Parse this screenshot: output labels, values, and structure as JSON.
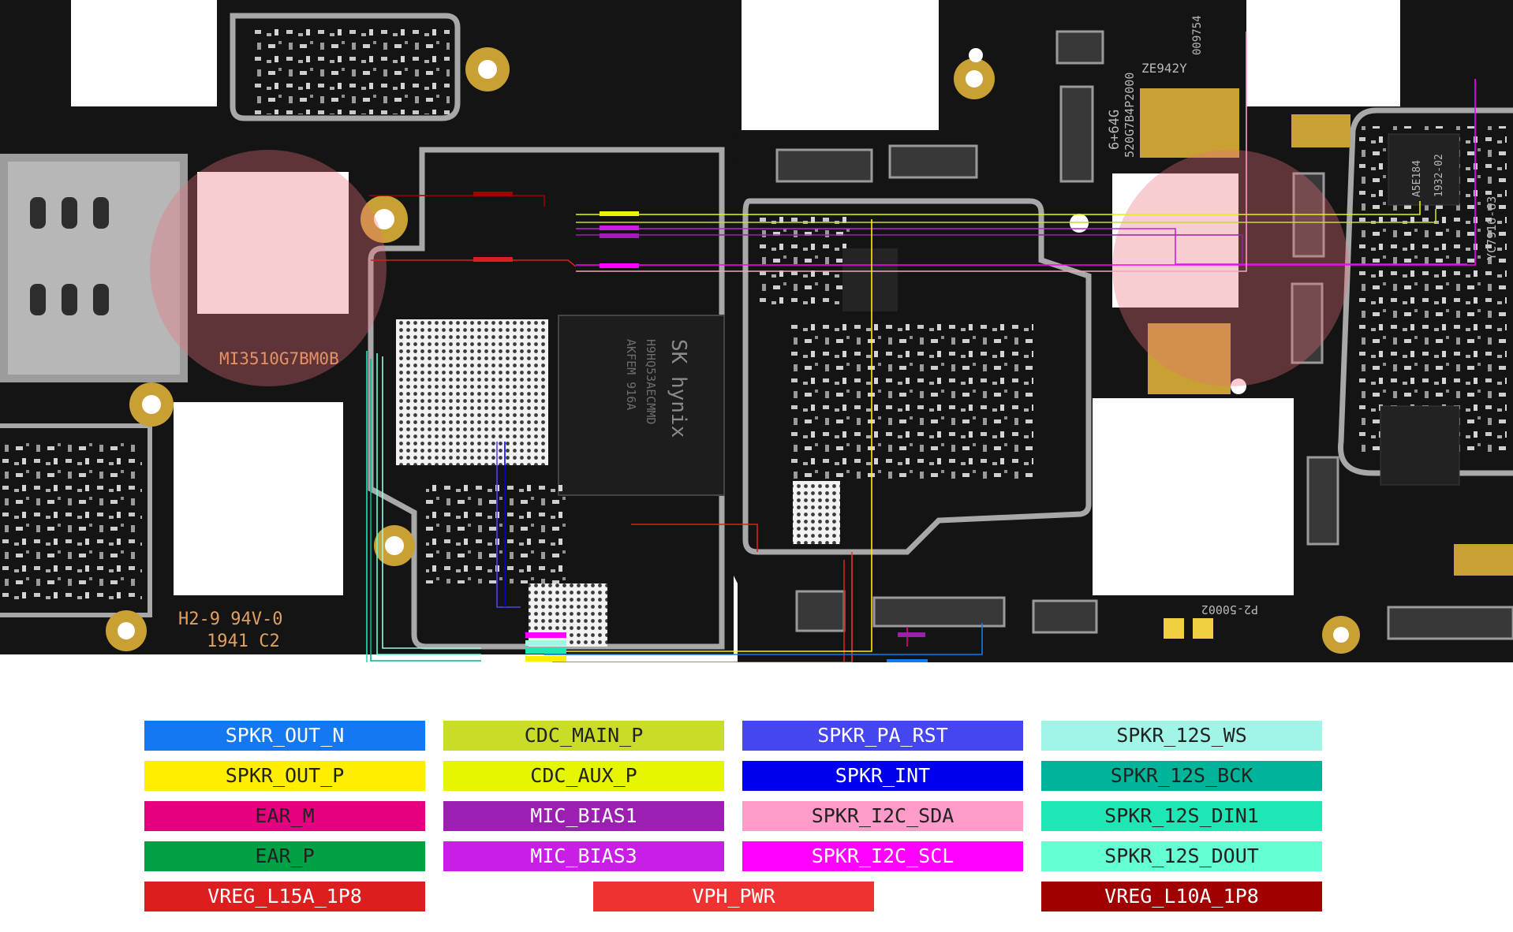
{
  "board": {
    "colors": {
      "pcb": "#121212",
      "silver": "#b9b9b9",
      "gold": "#c8a033",
      "watermark": "#e8707a"
    },
    "silkscreen": {
      "mi_code": "MI3510G7BM0B",
      "rating": "H2-9 94V-0",
      "date_code": "1941 C2",
      "chip_brand": "SK hynix",
      "ic_code": "H9HQ53AECMMD",
      "ic_code2": "AKFEM 916A",
      "ze_code": "ZE942Y",
      "mem_code": "6+64G",
      "mem_code2": "520G7B4P2000",
      "serial": "009754",
      "p2_code": "P2-50002",
      "ic2_code": "YC7916-63",
      "ic3_code": "A5E184",
      "ic4_code": "1932-02"
    }
  },
  "legend": [
    {
      "label": "SPKR_OUT_N",
      "color": "#1479f0",
      "dark": false
    },
    {
      "label": "CDC_MAIN_P",
      "color": "#c8dc28",
      "dark": true
    },
    {
      "label": "SPKR_PA_RST",
      "color": "#4646f0",
      "dark": false
    },
    {
      "label": "SPKR_12S_WS",
      "color": "#a0f5e6",
      "dark": true
    },
    {
      "label": "SPKR_OUT_P",
      "color": "#ffee00",
      "dark": true
    },
    {
      "label": "CDC_AUX_P",
      "color": "#e6f500",
      "dark": true
    },
    {
      "label": "SPKR_INT",
      "color": "#0000ee",
      "dark": false
    },
    {
      "label": "SPKR_12S_BCK",
      "color": "#00b49a",
      "dark": true
    },
    {
      "label": "EAR_M",
      "color": "#e6007f",
      "dark": true
    },
    {
      "label": "MIC_BIAS1",
      "color": "#9b1fb0",
      "dark": false
    },
    {
      "label": "SPKR_I2C_SDA",
      "color": "#ff9bc8",
      "dark": true
    },
    {
      "label": "SPKR_12S_DIN1",
      "color": "#1ee6b4",
      "dark": true
    },
    {
      "label": "EAR_P",
      "color": "#00a045",
      "dark": true
    },
    {
      "label": "MIC_BIAS3",
      "color": "#c81ee6",
      "dark": false
    },
    {
      "label": "SPKR_I2C_SCL",
      "color": "#ff00ff",
      "dark": false
    },
    {
      "label": "SPKR_12S_DOUT",
      "color": "#64ffd2",
      "dark": true
    },
    {
      "label": "VREG_L15A_1P8",
      "color": "#dc1e1e",
      "dark": false
    },
    {
      "label": "VPH_PWR",
      "color": "#ee3232",
      "dark": false
    },
    {
      "label": "VREG_L10A_1P8",
      "color": "#a00000",
      "dark": false
    }
  ]
}
